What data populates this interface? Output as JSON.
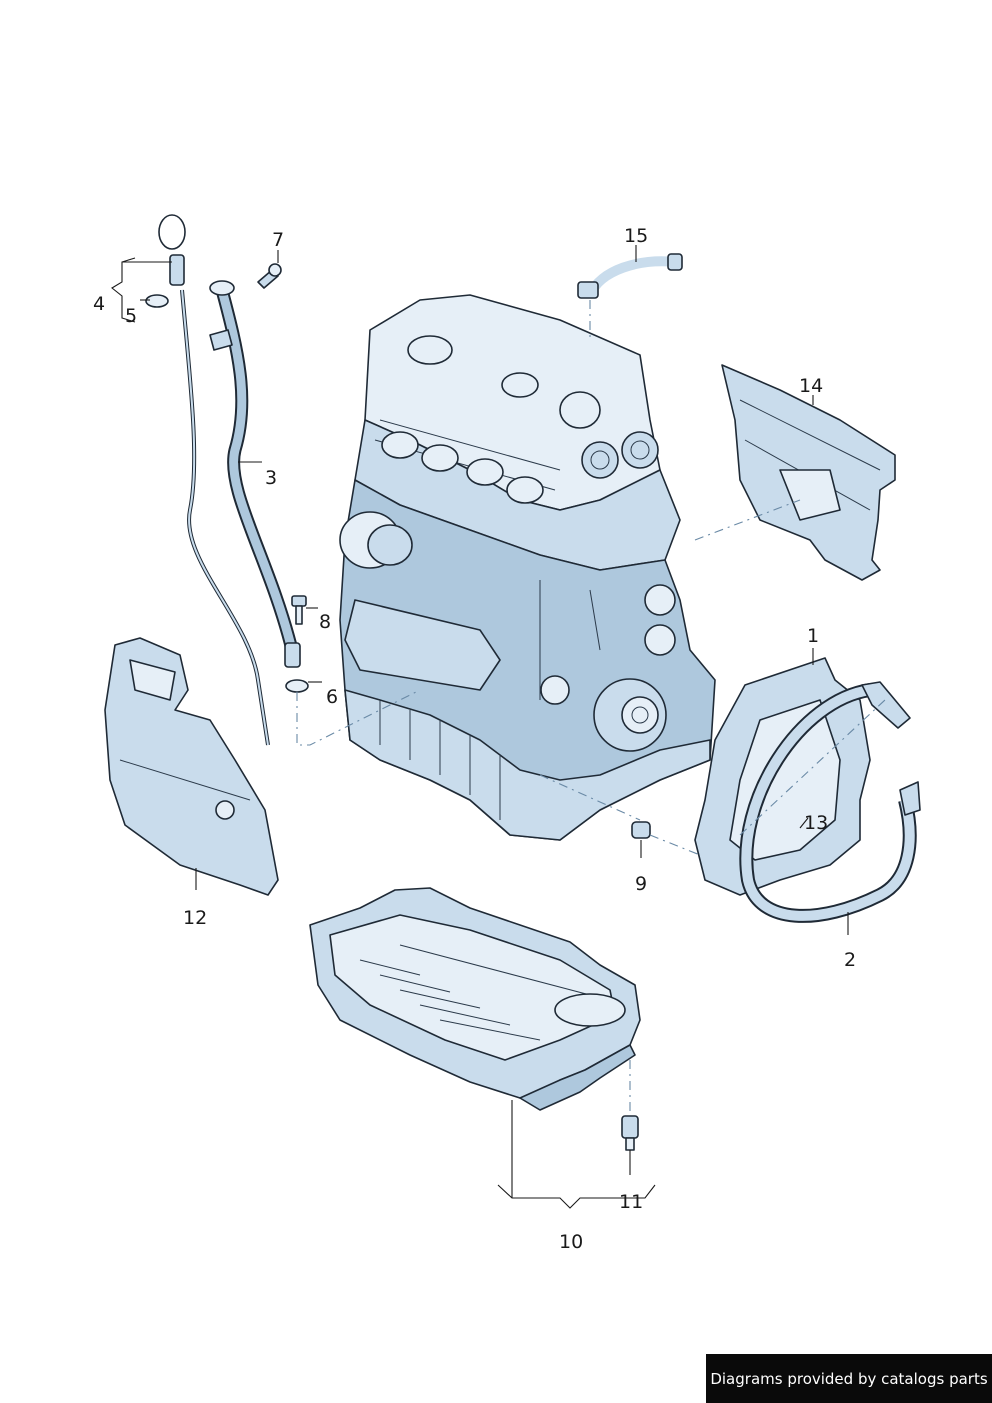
{
  "callouts": {
    "c1": "1",
    "c2": "2",
    "c3": "3",
    "c4": "4",
    "c5": "5",
    "c6": "6",
    "c7": "7",
    "c8": "8",
    "c9": "9",
    "c10": "10",
    "c11": "11",
    "c12": "12",
    "c13": "13",
    "c14": "14",
    "c15": "15"
  },
  "footer": {
    "credit": "Diagrams provided by catalogs parts"
  },
  "colors": {
    "part_fill_light": "#c9dcec",
    "part_fill_mid": "#aec8dd",
    "part_fill_dark": "#8fb0cb",
    "outline": "#1f2a36",
    "banner_bg": "#0a0a0a",
    "banner_text": "#ffffff"
  }
}
